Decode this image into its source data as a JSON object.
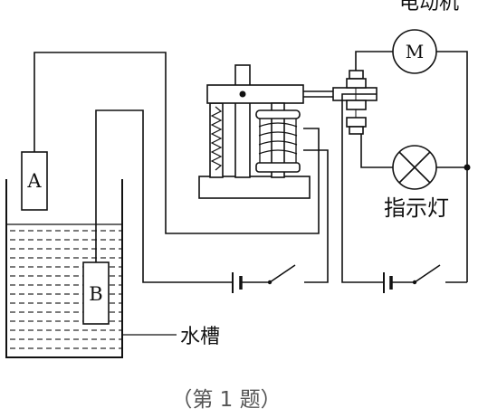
{
  "labels": {
    "sensor_a": "A",
    "sensor_b": "B",
    "motor": "M",
    "motor_caption": "电动机",
    "lamp_caption": "指示灯",
    "tank_caption": "水槽",
    "figure_caption": "（第 1 题）"
  },
  "colors": {
    "line": "#111111",
    "water_fill": "#ffffff",
    "background": "#ffffff"
  }
}
